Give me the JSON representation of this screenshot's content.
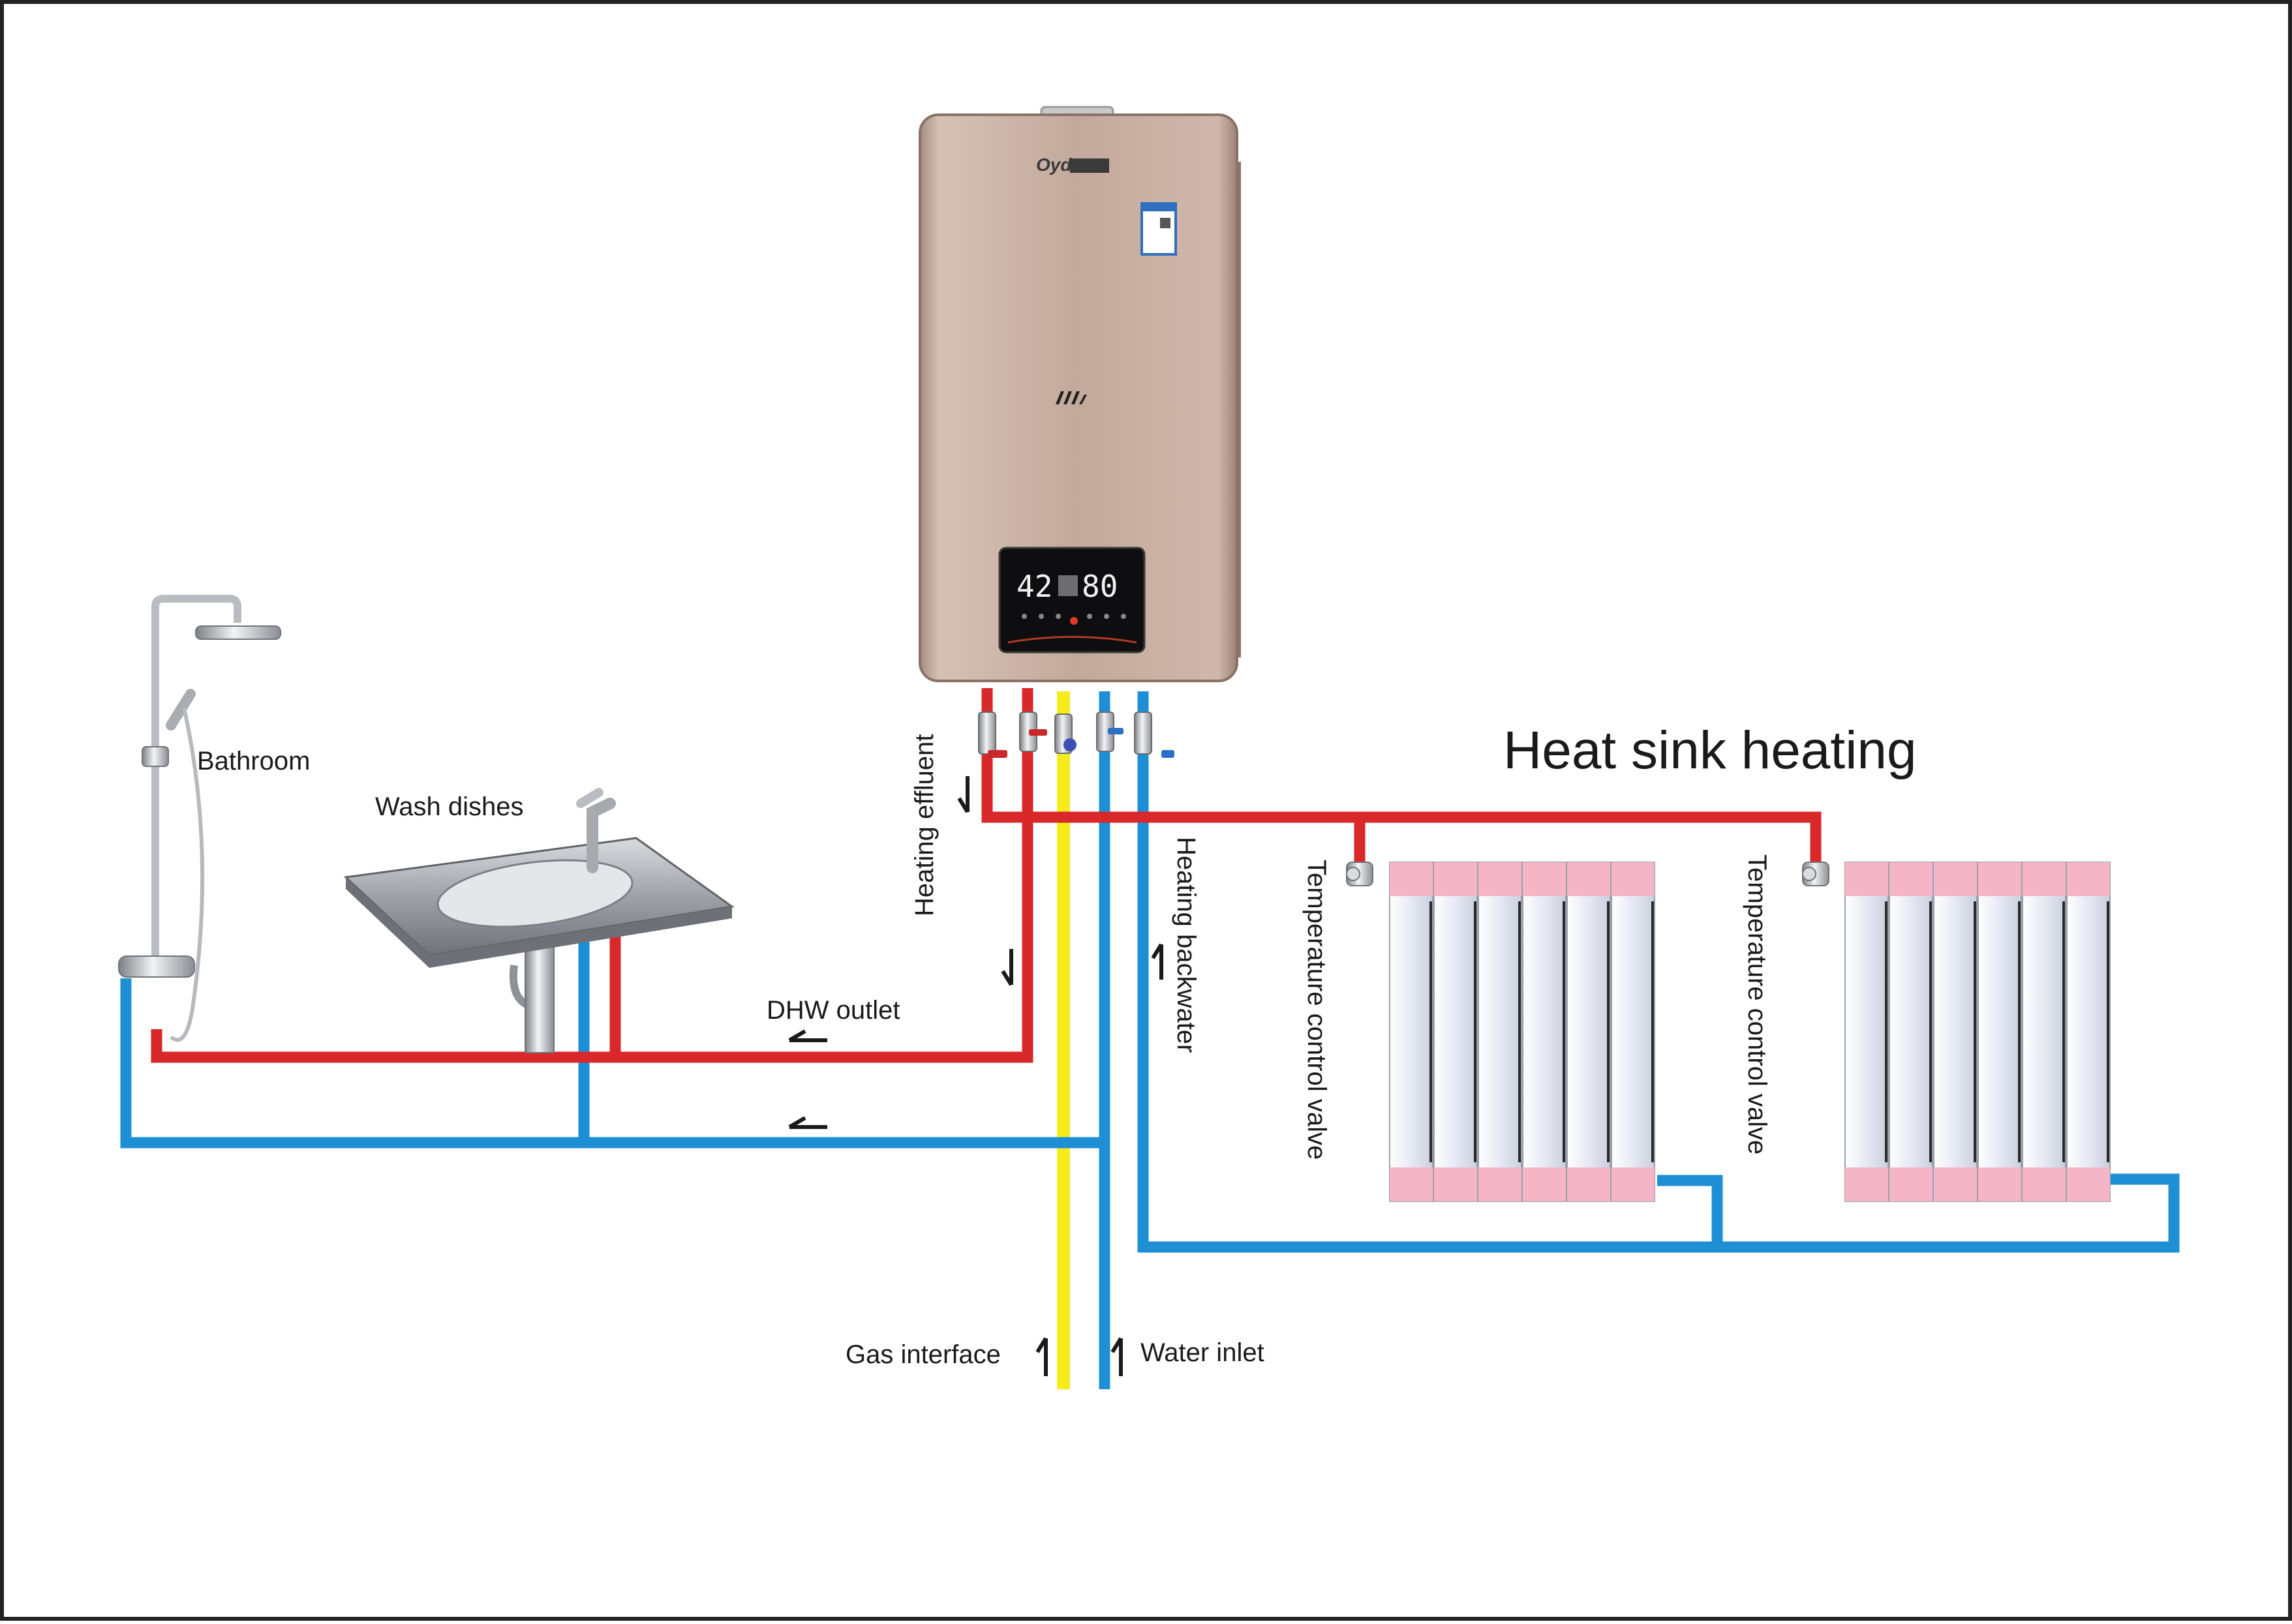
{
  "title": "Heat sink heating",
  "labels": {
    "bathroom": "Bathroom",
    "wash_dishes": "Wash dishes",
    "dhw_outlet": "DHW outlet",
    "heating_effluent": "Heating  effluent",
    "heating_backwater": "Heating  backwater",
    "temp_valve_1": "Temperature control valve",
    "temp_valve_2": "Temperature control valve",
    "gas_interface": "Gas interface",
    "water_inlet": "Water inlet"
  },
  "boiler": {
    "brand": "Oyd",
    "display_left": "42",
    "display_right": "80"
  },
  "colors": {
    "hot_pipe": "#d8282a",
    "cold_pipe": "#1e8fd5",
    "gas_pipe": "#f4ec1d",
    "boiler_body": "#c0a698",
    "radiator_cap": "#f4b6c6",
    "radiator_body": "#e9ecf4",
    "border": "#222222"
  }
}
